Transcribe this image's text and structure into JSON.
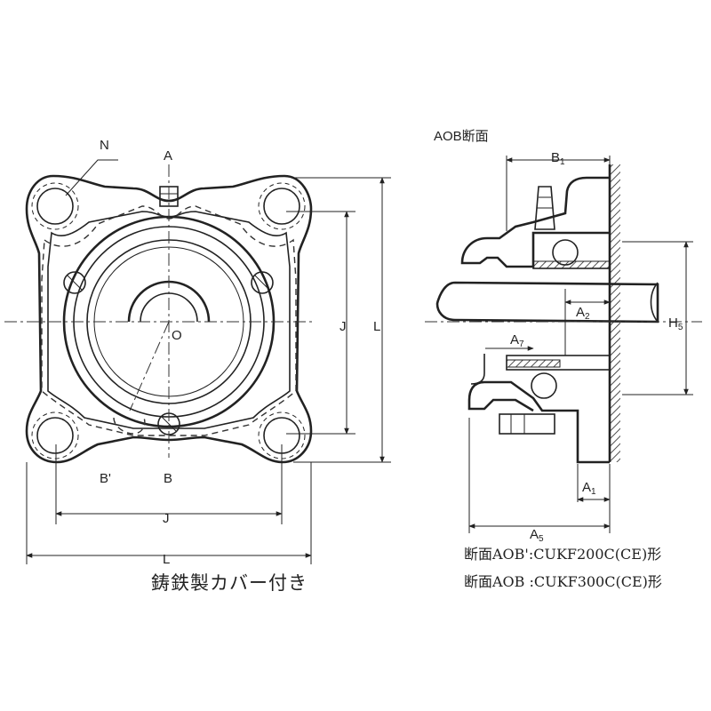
{
  "front_view": {
    "labels": {
      "n": "N",
      "a": "A",
      "b": "B",
      "b_prime": "B'",
      "o": "O",
      "j_vertical": "J",
      "l_vertical": "L",
      "j_horizontal": "J",
      "l_horizontal": "L"
    },
    "caption": "鋳鉄製カバー付き"
  },
  "section_view": {
    "title": "AOB断面",
    "labels": {
      "b1": "B",
      "b1_sub": "1",
      "a2": "A",
      "a2_sub": "2",
      "a7": "A",
      "a7_sub": "7",
      "h5": "H",
      "h5_sub": "5",
      "a1": "A",
      "a1_sub": "1",
      "a5": "A",
      "a5_sub": "5"
    },
    "notes": [
      "断面AOB':CUKF200C(CE)形",
      "断面AOB :CUKF300C(CE)形"
    ]
  }
}
